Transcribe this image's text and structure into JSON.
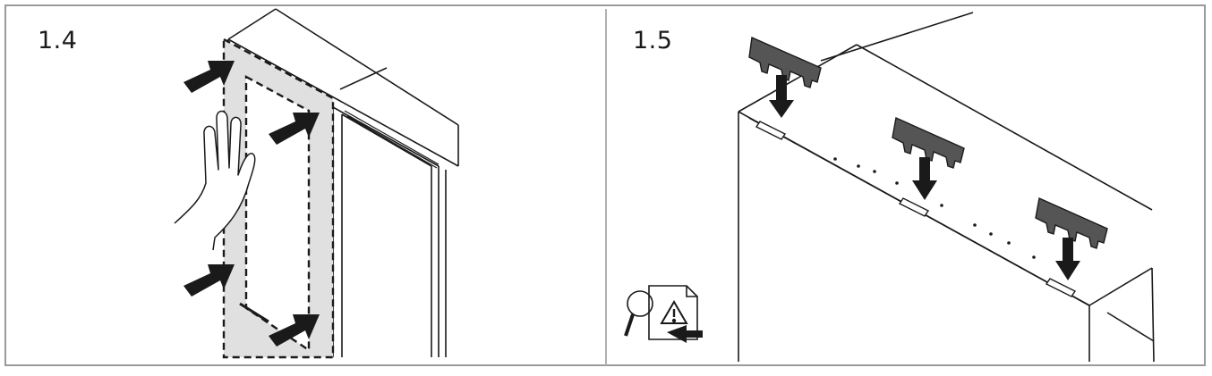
{
  "steps": [
    {
      "label": "1.4"
    },
    {
      "label": "1.5"
    }
  ],
  "icons": {
    "step_1_4": [
      "hand-icon",
      "push-arrow-icon",
      "adhesive-seal-outline"
    ],
    "step_1_5": [
      "clip-icon",
      "down-arrow-icon",
      "inspect-warning-document-icon"
    ]
  },
  "colors": {
    "line": "#1a1a1a",
    "border": "#9a9a9a",
    "seal_fill": "#e0e0e0"
  }
}
